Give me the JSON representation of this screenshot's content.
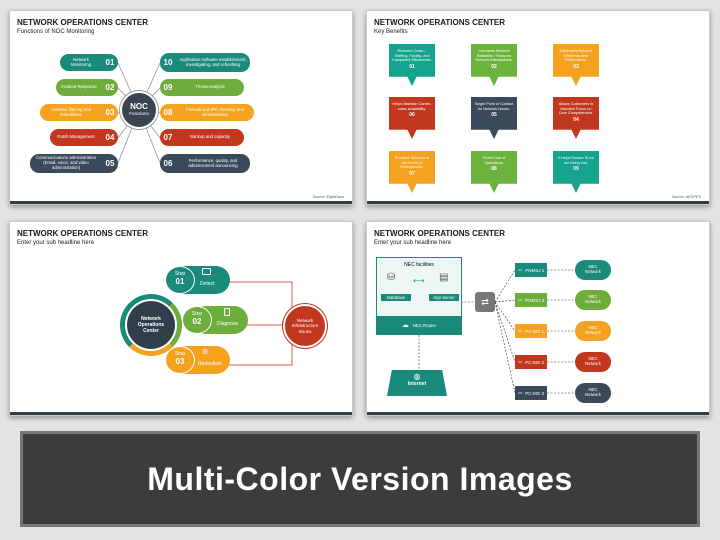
{
  "slide1": {
    "title": "NETWORK OPERATIONS CENTER",
    "subtitle": "Functions of NOC Monitoring",
    "hub_title": "NOC",
    "hub_sub": "Functions",
    "source": "Source: EightDave",
    "left": [
      {
        "num": "01",
        "text": "Network Monitoring",
        "color": "#1a8a7a"
      },
      {
        "num": "02",
        "text": "Incident Response",
        "color": "#6cad3c"
      },
      {
        "num": "03",
        "text": "Antivirus filtering and remediation",
        "color": "#f4a21f"
      },
      {
        "num": "04",
        "text": "Patch Management",
        "color": "#c2381e"
      },
      {
        "num": "05",
        "text": "Communications administration (Email, voice, and video administration)",
        "color": "#3a4a5a"
      }
    ],
    "right": [
      {
        "num": "10",
        "text": "Application software establishment, investigating, and refreshing",
        "color": "#1a8a7a"
      },
      {
        "num": "09",
        "text": "Threat Analysis",
        "color": "#6cad3c"
      },
      {
        "num": "08",
        "text": "Firewall and IPS checking and administration",
        "color": "#f4a21f"
      },
      {
        "num": "07",
        "text": "Backup and capacity",
        "color": "#c2381e"
      },
      {
        "num": "06",
        "text": "Performance, quality, and advancement announcing",
        "color": "#3a4a5a"
      }
    ]
  },
  "slide2": {
    "title": "NETWORK OPERATIONS CENTER",
    "subtitle": "Key Benefits",
    "source": "Source: AEDPES",
    "cards": [
      {
        "num": "01",
        "text": "Reduces Costs – Staffing, Facility, and Equipment Efficiencies.",
        "color": "#14a38c"
      },
      {
        "num": "02",
        "text": "Increases Network Reliability / Reduces Network Interruptions.",
        "color": "#6cb33e"
      },
      {
        "num": "03",
        "text": "Maximizes Network Efficiency and Performance.",
        "color": "#f4a21f"
      },
      {
        "num": "06",
        "text": "Helps Maintain Carrier-class availability.",
        "color": "#c2381e"
      },
      {
        "num": "05",
        "text": "Single Point of Contact for Network Issues.",
        "color": "#3a4a5a"
      },
      {
        "num": "04",
        "text": "Allows Customers to Maintain Focus on Core Competencies.",
        "color": "#c2381e"
      },
      {
        "num": "07",
        "text": "Provides Services in the Event of Emergencies.",
        "color": "#f4a21f"
      },
      {
        "num": "08",
        "text": "Fixed Cost of Operations.",
        "color": "#6cb33e"
      },
      {
        "num": "09",
        "text": "It helps Ensure SLAs are being met.",
        "color": "#14a38c"
      }
    ]
  },
  "slide3": {
    "title": "NETWORK OPERATIONS CENTER",
    "subtitle": "Enter your sub headline here",
    "center_label": "Network Operations Center",
    "target_label": "Network Infrastructure Issues",
    "steps": [
      {
        "step": "Step",
        "num": "01",
        "label": "Detect",
        "color": "#1a8a7a"
      },
      {
        "step": "Step",
        "num": "02",
        "label": "Diagnose",
        "color": "#6cad3c"
      },
      {
        "step": "Step",
        "num": "03",
        "label": "Remediate",
        "color": "#f4a21f"
      }
    ]
  },
  "slide4": {
    "title": "NETWORK OPERATIONS CENTER",
    "subtitle": "Enter your sub headline here",
    "facility_label": "NEC facilities",
    "database_label": "Database",
    "app_server_label": "App Server",
    "router_label": "NEC Router",
    "internet_label": "Internet",
    "nodes": [
      {
        "label": "PNMSJ 1",
        "cloud": "NEC Network",
        "color": "#1a8a7a"
      },
      {
        "label": "PNMSJ 2",
        "cloud": "NEC Network",
        "color": "#6cad3c"
      },
      {
        "label": "PC-MG 1",
        "cloud": "NEC Network",
        "color": "#f4a21f"
      },
      {
        "label": "PC-MG 2",
        "cloud": "NEC Network",
        "color": "#c2381e"
      },
      {
        "label": "PC-MG 3",
        "cloud": "NEC Network",
        "color": "#3a4a5a"
      }
    ]
  },
  "banner": "Multi-Color Version Images"
}
